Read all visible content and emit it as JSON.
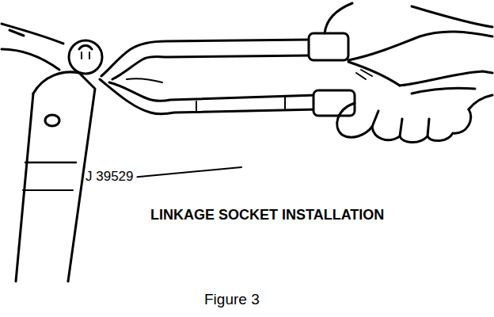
{
  "diagram": {
    "caption": "Figure 3",
    "labels": [
      "J 39529",
      "LINKAGE SOCKET INSTALLATION"
    ]
  }
}
